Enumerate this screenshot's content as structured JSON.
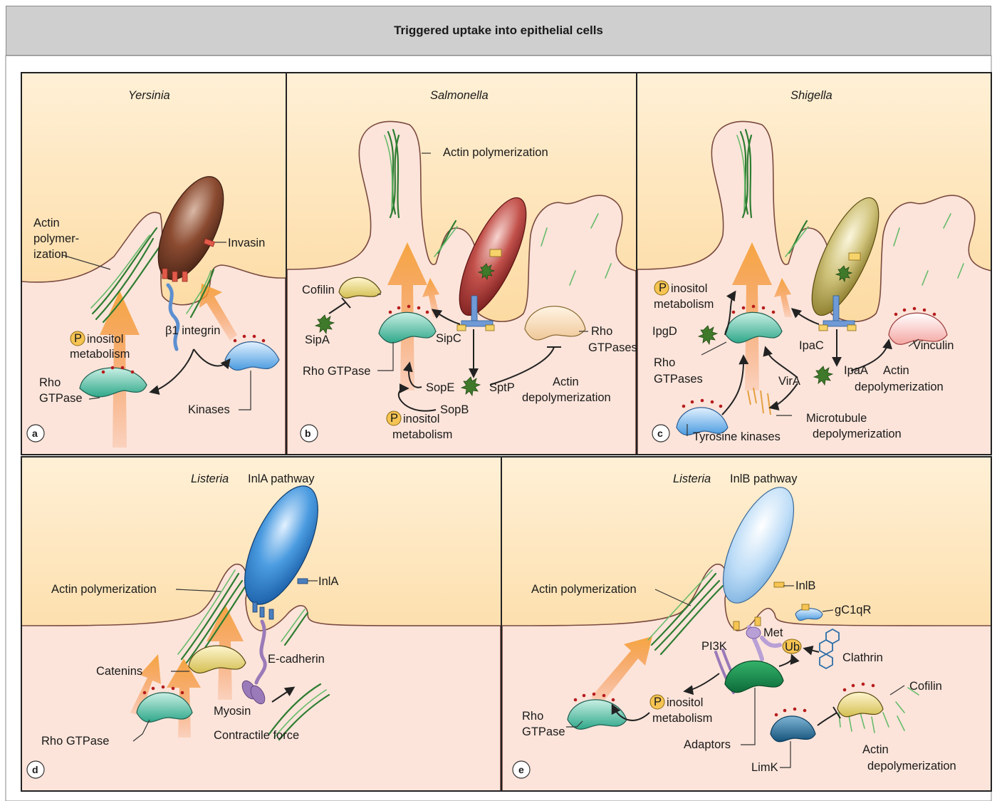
{
  "title": "Triggered uptake into epithelial cells",
  "panels": {
    "a": {
      "letter": "a",
      "organism": "Yersinia",
      "labels": {
        "actin_polymerization": [
          "Actin",
          "polymer-",
          "ization"
        ],
        "invasin": "Invasin",
        "inositol": "inositol",
        "metabolism": "metabolism",
        "p_badge": "P",
        "integrin": "β1 integrin",
        "rho_gtpase": [
          "Rho",
          "GTPase"
        ],
        "kinases": "Kinases"
      }
    },
    "b": {
      "letter": "b",
      "organism": "Salmonella",
      "labels": {
        "actin_polymerization": "Actin polymerization",
        "cofilin": "Cofilin",
        "sipa": "SipA",
        "sipc": "SipC",
        "rho_gtpase": "Rho GTPase",
        "sope": "SopE",
        "sopb": "SopB",
        "sptp": "SptP",
        "p_badge": "P",
        "inositol": "inositol",
        "metabolism": "metabolism",
        "rho_gtpases": [
          "Rho",
          "GTPases"
        ],
        "actin_depolymerization": [
          "Actin",
          "depolymerization"
        ]
      }
    },
    "c": {
      "letter": "c",
      "organism": "Shigella",
      "labels": {
        "p_badge": "P",
        "inositol": "inositol",
        "metabolism": "metabolism",
        "ipgd": "IpgD",
        "rho_gtpases": [
          "Rho",
          "GTPases"
        ],
        "ipac": "IpaC",
        "vinculin": "Vinculin",
        "ipaa": "IpaA",
        "actin_depolymerization": [
          "Actin",
          "depolymerization"
        ],
        "vira": "VirA",
        "microtubule": [
          "Microtubule",
          "depolymerization"
        ],
        "tyrosine_kinases": "Tyrosine kinases"
      }
    },
    "d": {
      "letter": "d",
      "organism": "Listeria",
      "pathway": "InlA pathway",
      "labels": {
        "actin_polymerization": "Actin polymerization",
        "inla": "InlA",
        "e_cadherin": "E-cadherin",
        "catenins": "Catenins",
        "myosin": "Myosin",
        "contractile_force": "Contractile force",
        "rho_gtpase": "Rho GTPase"
      }
    },
    "e": {
      "letter": "e",
      "organism": "Listeria",
      "pathway": "InlB pathway",
      "labels": {
        "actin_polymerization": "Actin polymerization",
        "inlb": "InlB",
        "gc1qr": "gC1qR",
        "met": "Met",
        "ub": "Ub",
        "clathrin": "Clathrin",
        "pi3k": "PI3K",
        "cofilin": "Cofilin",
        "p_badge": "P",
        "inositol": "inositol",
        "metabolism": "metabolism",
        "rho_gtpase": [
          "Rho",
          "GTPase"
        ],
        "adaptors": "Adaptors",
        "limk": "LimK",
        "actin_depolymerization": [
          "Actin",
          "depolymerization"
        ]
      }
    }
  },
  "colors": {
    "header_bg": "#cfcfcf",
    "extracellular": "#fbd9a0",
    "cytoplasm": "#fce4da",
    "membrane": "#7a4a40",
    "actin": "#2e7d32",
    "signal_arrow": "#f28c28",
    "rho_gtpase": "#4fc1a6",
    "yersinia": "#7b3f2a",
    "salmonella": "#b73a3a",
    "shigella": "#c9b54a",
    "listeria": "#3d8fd6",
    "badge": "#f6c453"
  }
}
